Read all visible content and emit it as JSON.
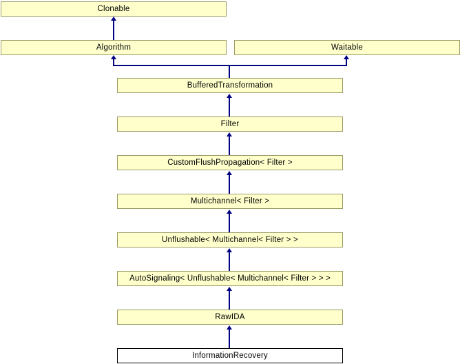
{
  "diagram": {
    "type": "class-inheritance-diagram",
    "nodes": [
      {
        "label": "Clonable"
      },
      {
        "label": "Algorithm"
      },
      {
        "label": "Waitable"
      },
      {
        "label": "BufferedTransformation"
      },
      {
        "label": "Filter"
      },
      {
        "label": "CustomFlushPropagation< Filter >"
      },
      {
        "label": "Multichannel< Filter >"
      },
      {
        "label": "Unflushable< Multichannel< Filter > >"
      },
      {
        "label": "AutoSignaling< Unflushable< Multichannel< Filter > > >"
      },
      {
        "label": "RawIDA"
      },
      {
        "label": "InformationRecovery",
        "current": true
      }
    ],
    "edges": [
      {
        "from": "Algorithm",
        "to": "Clonable"
      },
      {
        "from": "BufferedTransformation",
        "to": "Algorithm"
      },
      {
        "from": "BufferedTransformation",
        "to": "Waitable"
      },
      {
        "from": "Filter",
        "to": "BufferedTransformation"
      },
      {
        "from": "CustomFlushPropagation< Filter >",
        "to": "Filter"
      },
      {
        "from": "Multichannel< Filter >",
        "to": "CustomFlushPropagation< Filter >"
      },
      {
        "from": "Unflushable< Multichannel< Filter > >",
        "to": "Multichannel< Filter >"
      },
      {
        "from": "AutoSignaling< Unflushable< Multichannel< Filter > > >",
        "to": "Unflushable< Multichannel< Filter > >"
      },
      {
        "from": "RawIDA",
        "to": "AutoSignaling< Unflushable< Multichannel< Filter > > >"
      },
      {
        "from": "InformationRecovery",
        "to": "RawIDA"
      }
    ],
    "colors": {
      "node_fill": "#ffffcc",
      "node_border": "#9a9a64",
      "highlight_fill": "#ffffff",
      "highlight_border": "#000000",
      "arrow_color": "#000080",
      "text_color": "#000000"
    }
  }
}
